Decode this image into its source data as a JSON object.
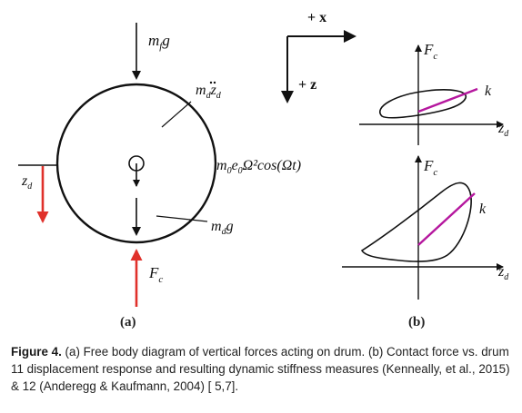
{
  "colors": {
    "ink": "#111111",
    "red": "#e0312b",
    "magenta": "#b5179e"
  },
  "panel_a": {
    "label_mfg_m": "m",
    "label_mfg_sub": "f",
    "label_mfg_g": "g",
    "label_mdzd": "m",
    "label_mdzd_sub": "d",
    "label_mdzd_z": "z",
    "label_mdzd_zsub": "d",
    "label_ecc": "m",
    "label_ecc_sub1": "0",
    "label_ecc_e": "e",
    "label_ecc_sub2": "0",
    "label_ecc_rest": "Ω²cos(Ωt)",
    "label_mdg_m": "m",
    "label_mdg_sub": "d",
    "label_mdg_g": "g",
    "label_zd": "z",
    "label_zd_sub": "d",
    "label_fc": "F",
    "label_fc_sub": "c",
    "tag": "(a)"
  },
  "axes_key": {
    "x_label": "+ x",
    "z_label": "+ z"
  },
  "panel_b": {
    "top_y_label": "F",
    "top_y_sub": "c",
    "top_x_label": "z",
    "top_x_sub": "d",
    "top_k": "k",
    "bottom_y_label": "F",
    "bottom_y_sub": "c",
    "bottom_x_label": "z",
    "bottom_x_sub": "d",
    "bottom_k": "k",
    "tag": "(b)"
  },
  "caption": {
    "label": "Figure 4.",
    "text": " (a) Free body diagram of vertical forces acting on drum. (b) Contact force vs. drum 11 displacement response and resulting dynamic stiffness measures (Kenneally, et al., 2015) & 12 (Anderegg & Kaufmann, 2004) [ 5,7]."
  }
}
